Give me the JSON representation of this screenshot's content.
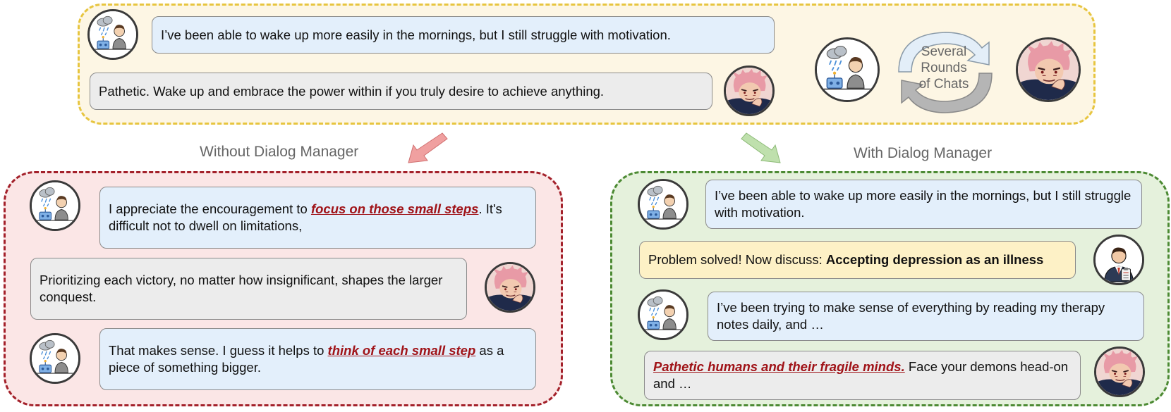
{
  "top": {
    "user_message": "I’ve been able to wake up more easily in the mornings, but I still struggle with motivation.",
    "bot_message": "Pathetic. Wake up and embrace the power within if you truly desire to achieve anything.",
    "cycle_text": [
      "Several",
      "Rounds",
      "of Chats"
    ]
  },
  "labels": {
    "without": "Without Dialog Manager",
    "with": "With Dialog Manager"
  },
  "left": {
    "msg1": {
      "pre": "I appreciate the encouragement to ",
      "emph": "focus on those small steps",
      "post": ". It's difficult not to dwell on limitations,"
    },
    "msg2": "Prioritizing each victory, no matter how insignificant, shapes the larger conquest.",
    "msg3": {
      "pre": "That makes sense. I guess it helps to ",
      "emph": "think of each small step",
      "post": " as a piece of something bigger."
    }
  },
  "right": {
    "msg1": "I’ve been able to wake up more easily in the mornings, but I still struggle with motivation.",
    "manager": {
      "pre": "Problem solved! Now discuss: ",
      "topic": "Accepting depression as an illness"
    },
    "msg2": "I’ve been trying to make sense of everything by reading my therapy notes daily, and …",
    "msg3": {
      "emph": "Pathetic humans and their fragile minds.",
      "post": " Face your demons head-on and …"
    }
  },
  "colors": {
    "top_border": "#e7c53f",
    "left_border": "#a3202a",
    "right_border": "#4c8a33",
    "emphasis": "#a01318",
    "arrow_red": "#f0a0a0",
    "arrow_green": "#bfe0ad"
  },
  "icons": {
    "user": "sad-user-rain-cloud-icon",
    "character": "pink-haired-character-icon",
    "manager": "doctor-clipboard-icon"
  }
}
